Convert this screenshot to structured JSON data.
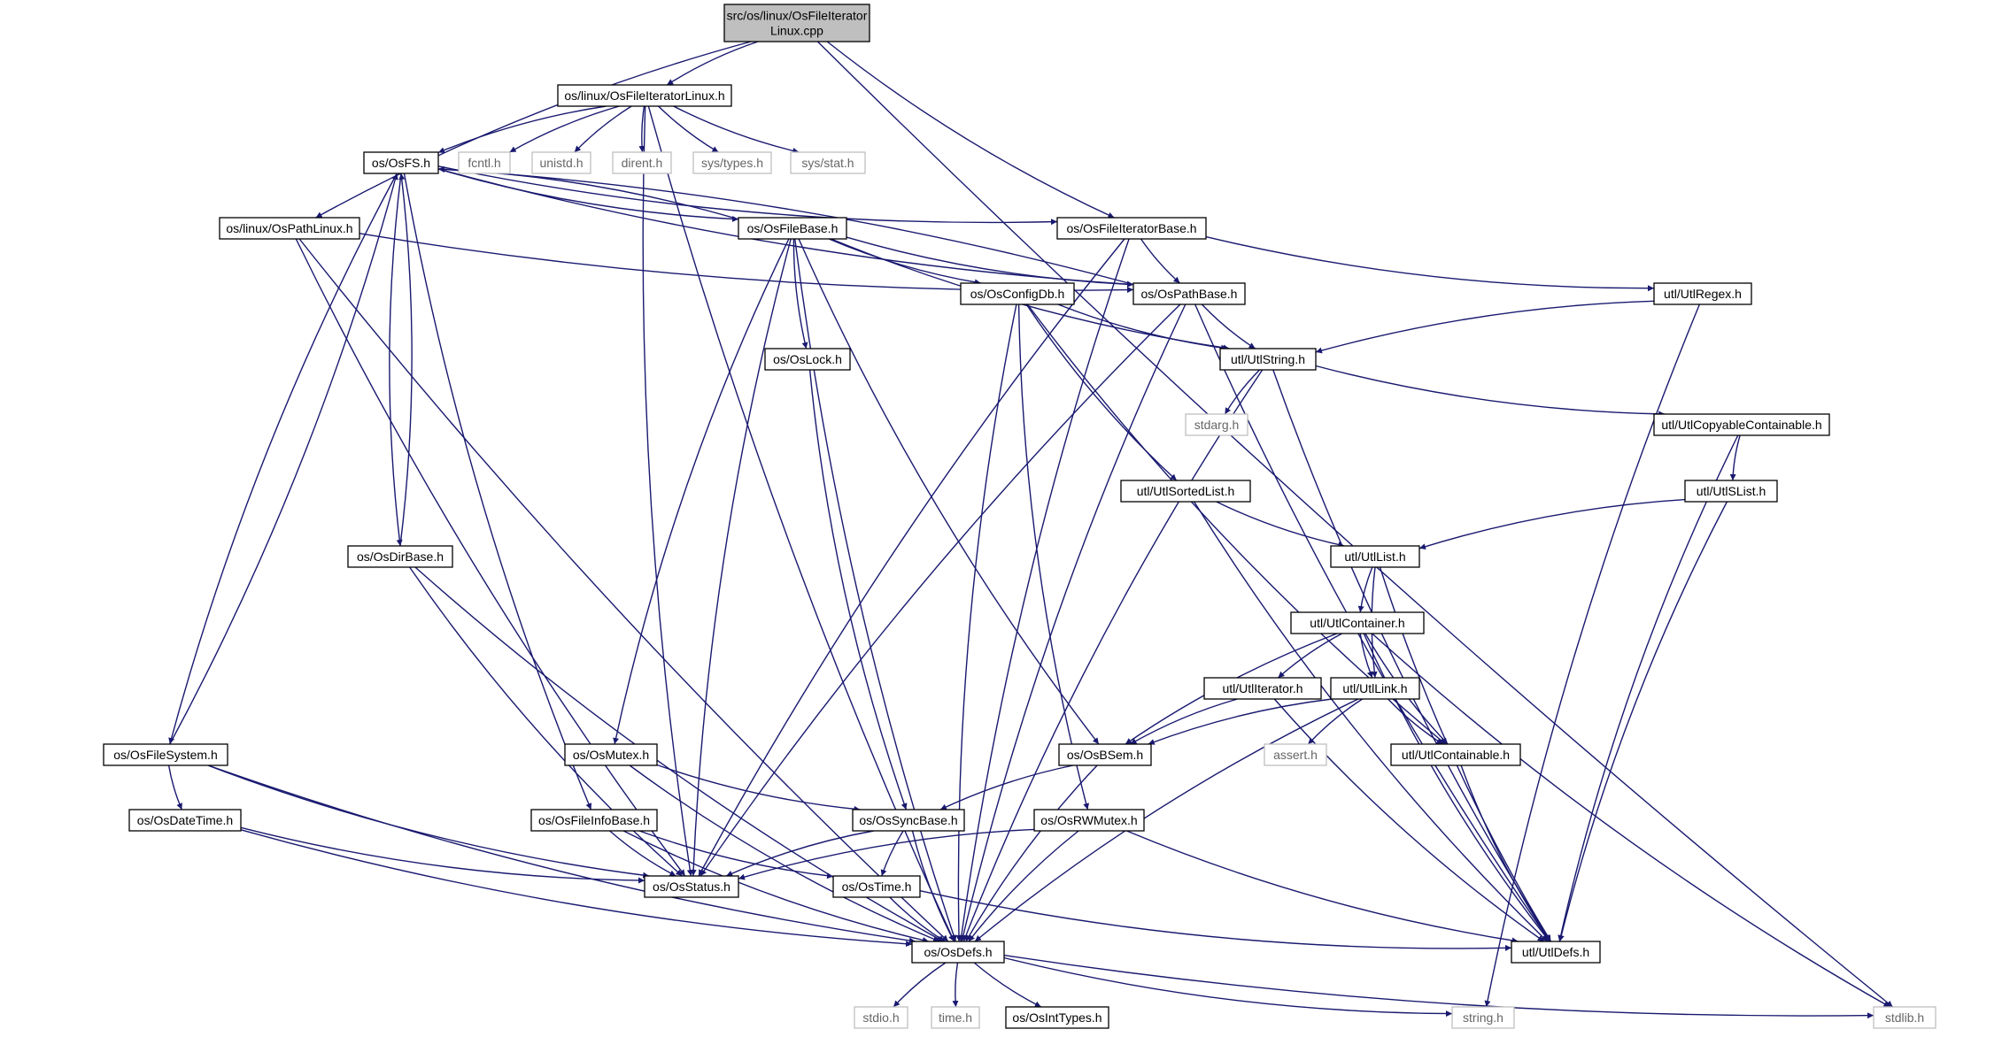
{
  "graph": {
    "nodes": [
      {
        "id": "root",
        "label": "src/os/linux/OsFileIterator",
        "label2": "Linux.cpp",
        "kind": "root"
      },
      {
        "id": "fileiterlinux",
        "label": "os/linux/OsFileIteratorLinux.h",
        "kind": "header"
      },
      {
        "id": "osfs",
        "label": "os/OsFS.h",
        "kind": "header"
      },
      {
        "id": "fcntl",
        "label": "fcntl.h",
        "kind": "external"
      },
      {
        "id": "unistd",
        "label": "unistd.h",
        "kind": "external"
      },
      {
        "id": "dirent",
        "label": "dirent.h",
        "kind": "external"
      },
      {
        "id": "systypes",
        "label": "sys/types.h",
        "kind": "external"
      },
      {
        "id": "sysstat",
        "label": "sys/stat.h",
        "kind": "external"
      },
      {
        "id": "pathlinux",
        "label": "os/linux/OsPathLinux.h",
        "kind": "header"
      },
      {
        "id": "filebase",
        "label": "os/OsFileBase.h",
        "kind": "header"
      },
      {
        "id": "fileiterbase",
        "label": "os/OsFileIteratorBase.h",
        "kind": "header"
      },
      {
        "id": "configdb",
        "label": "os/OsConfigDb.h",
        "kind": "header"
      },
      {
        "id": "pathbase",
        "label": "os/OsPathBase.h",
        "kind": "header"
      },
      {
        "id": "utlregex",
        "label": "utl/UtlRegex.h",
        "kind": "header"
      },
      {
        "id": "oslock",
        "label": "os/OsLock.h",
        "kind": "header"
      },
      {
        "id": "utlstring",
        "label": "utl/UtlString.h",
        "kind": "header"
      },
      {
        "id": "stdarg",
        "label": "stdarg.h",
        "kind": "external"
      },
      {
        "id": "copycont",
        "label": "utl/UtlCopyableContainable.h",
        "kind": "header"
      },
      {
        "id": "sortedlist",
        "label": "utl/UtlSortedList.h",
        "kind": "header"
      },
      {
        "id": "slist",
        "label": "utl/UtlSList.h",
        "kind": "header"
      },
      {
        "id": "dirbase",
        "label": "os/OsDirBase.h",
        "kind": "header"
      },
      {
        "id": "utllist",
        "label": "utl/UtlList.h",
        "kind": "header"
      },
      {
        "id": "container",
        "label": "utl/UtlContainer.h",
        "kind": "header"
      },
      {
        "id": "iterator",
        "label": "utl/UtlIterator.h",
        "kind": "header"
      },
      {
        "id": "link",
        "label": "utl/UtlLink.h",
        "kind": "header"
      },
      {
        "id": "filesystem",
        "label": "os/OsFileSystem.h",
        "kind": "header"
      },
      {
        "id": "mutex",
        "label": "os/OsMutex.h",
        "kind": "header"
      },
      {
        "id": "bsem",
        "label": "os/OsBSem.h",
        "kind": "header"
      },
      {
        "id": "assert",
        "label": "assert.h",
        "kind": "external"
      },
      {
        "id": "containable",
        "label": "utl/UtlContainable.h",
        "kind": "header"
      },
      {
        "id": "datetime",
        "label": "os/OsDateTime.h",
        "kind": "header"
      },
      {
        "id": "fileinfobase",
        "label": "os/OsFileInfoBase.h",
        "kind": "header"
      },
      {
        "id": "syncbase",
        "label": "os/OsSyncBase.h",
        "kind": "header"
      },
      {
        "id": "rwmutex",
        "label": "os/OsRWMutex.h",
        "kind": "header"
      },
      {
        "id": "status",
        "label": "os/OsStatus.h",
        "kind": "header"
      },
      {
        "id": "ostime",
        "label": "os/OsTime.h",
        "kind": "header"
      },
      {
        "id": "osdefs",
        "label": "os/OsDefs.h",
        "kind": "header"
      },
      {
        "id": "utldefs",
        "label": "utl/UtlDefs.h",
        "kind": "header"
      },
      {
        "id": "stdio",
        "label": "stdio.h",
        "kind": "external"
      },
      {
        "id": "time",
        "label": "time.h",
        "kind": "external"
      },
      {
        "id": "inttypes",
        "label": "os/OsIntTypes.h",
        "kind": "header"
      },
      {
        "id": "string",
        "label": "string.h",
        "kind": "external"
      },
      {
        "id": "stdlib",
        "label": "stdlib.h",
        "kind": "external"
      }
    ],
    "edges": [
      [
        "root",
        "fileiterlinux"
      ],
      [
        "root",
        "pathlinux"
      ],
      [
        "root",
        "fileiterbase"
      ],
      [
        "root",
        "stdlib"
      ],
      [
        "fileiterlinux",
        "osfs"
      ],
      [
        "fileiterlinux",
        "fcntl"
      ],
      [
        "fileiterlinux",
        "unistd"
      ],
      [
        "fileiterlinux",
        "dirent"
      ],
      [
        "fileiterlinux",
        "systypes"
      ],
      [
        "fileiterlinux",
        "sysstat"
      ],
      [
        "fileiterlinux",
        "status"
      ],
      [
        "fileiterlinux",
        "osdefs"
      ],
      [
        "osfs",
        "filebase"
      ],
      [
        "osfs",
        "fileiterbase"
      ],
      [
        "osfs",
        "pathbase"
      ],
      [
        "osfs",
        "dirbase"
      ],
      [
        "osfs",
        "filesystem"
      ],
      [
        "osfs",
        "fileinfobase"
      ],
      [
        "pathlinux",
        "pathbase"
      ],
      [
        "pathlinux",
        "status"
      ],
      [
        "pathlinux",
        "osdefs"
      ],
      [
        "filebase",
        "osfs"
      ],
      [
        "filebase",
        "configdb"
      ],
      [
        "filebase",
        "pathbase"
      ],
      [
        "filebase",
        "utlstring"
      ],
      [
        "filebase",
        "oslock"
      ],
      [
        "filebase",
        "mutex"
      ],
      [
        "filebase",
        "bsem"
      ],
      [
        "filebase",
        "status"
      ],
      [
        "filebase",
        "osdefs"
      ],
      [
        "fileiterbase",
        "pathbase"
      ],
      [
        "fileiterbase",
        "utlregex"
      ],
      [
        "fileiterbase",
        "status"
      ],
      [
        "fileiterbase",
        "osdefs"
      ],
      [
        "configdb",
        "utlstring"
      ],
      [
        "configdb",
        "sortedlist"
      ],
      [
        "configdb",
        "containable"
      ],
      [
        "configdb",
        "rwmutex"
      ],
      [
        "configdb",
        "osdefs"
      ],
      [
        "pathbase",
        "osfs"
      ],
      [
        "pathbase",
        "utlstring"
      ],
      [
        "pathbase",
        "status"
      ],
      [
        "pathbase",
        "osdefs"
      ],
      [
        "pathbase",
        "utldefs"
      ],
      [
        "utlregex",
        "utlstring"
      ],
      [
        "utlregex",
        "string"
      ],
      [
        "oslock",
        "syncbase"
      ],
      [
        "utlstring",
        "stdarg"
      ],
      [
        "utlstring",
        "copycont"
      ],
      [
        "utlstring",
        "utldefs"
      ],
      [
        "utlstring",
        "osdefs"
      ],
      [
        "copycont",
        "slist"
      ],
      [
        "copycont",
        "utldefs"
      ],
      [
        "sortedlist",
        "utllist"
      ],
      [
        "sortedlist",
        "utldefs"
      ],
      [
        "slist",
        "utllist"
      ],
      [
        "slist",
        "utldefs"
      ],
      [
        "dirbase",
        "osfs"
      ],
      [
        "dirbase",
        "status"
      ],
      [
        "dirbase",
        "osdefs"
      ],
      [
        "utllist",
        "container"
      ],
      [
        "utllist",
        "link"
      ],
      [
        "utllist",
        "utldefs"
      ],
      [
        "container",
        "iterator"
      ],
      [
        "container",
        "link"
      ],
      [
        "container",
        "containable"
      ],
      [
        "container",
        "bsem"
      ],
      [
        "container",
        "utldefs"
      ],
      [
        "container",
        "stdlib"
      ],
      [
        "iterator",
        "bsem"
      ],
      [
        "iterator",
        "utldefs"
      ],
      [
        "link",
        "bsem"
      ],
      [
        "link",
        "assert"
      ],
      [
        "link",
        "containable"
      ],
      [
        "link",
        "osdefs"
      ],
      [
        "filesystem",
        "osfs"
      ],
      [
        "filesystem",
        "datetime"
      ],
      [
        "filesystem",
        "status"
      ],
      [
        "filesystem",
        "osdefs"
      ],
      [
        "mutex",
        "syncbase"
      ],
      [
        "mutex",
        "osdefs"
      ],
      [
        "bsem",
        "syncbase"
      ],
      [
        "bsem",
        "osdefs"
      ],
      [
        "containable",
        "utldefs"
      ],
      [
        "datetime",
        "status"
      ],
      [
        "datetime",
        "osdefs"
      ],
      [
        "fileinfobase",
        "status"
      ],
      [
        "fileinfobase",
        "ostime"
      ],
      [
        "fileinfobase",
        "osdefs"
      ],
      [
        "syncbase",
        "status"
      ],
      [
        "syncbase",
        "ostime"
      ],
      [
        "syncbase",
        "osdefs"
      ],
      [
        "rwmutex",
        "status"
      ],
      [
        "rwmutex",
        "osdefs"
      ],
      [
        "rwmutex",
        "utldefs"
      ],
      [
        "ostime",
        "osdefs"
      ],
      [
        "ostime",
        "utldefs"
      ],
      [
        "osdefs",
        "stdio"
      ],
      [
        "osdefs",
        "time"
      ],
      [
        "osdefs",
        "inttypes"
      ],
      [
        "osdefs",
        "string"
      ],
      [
        "osdefs",
        "stdlib"
      ]
    ]
  }
}
